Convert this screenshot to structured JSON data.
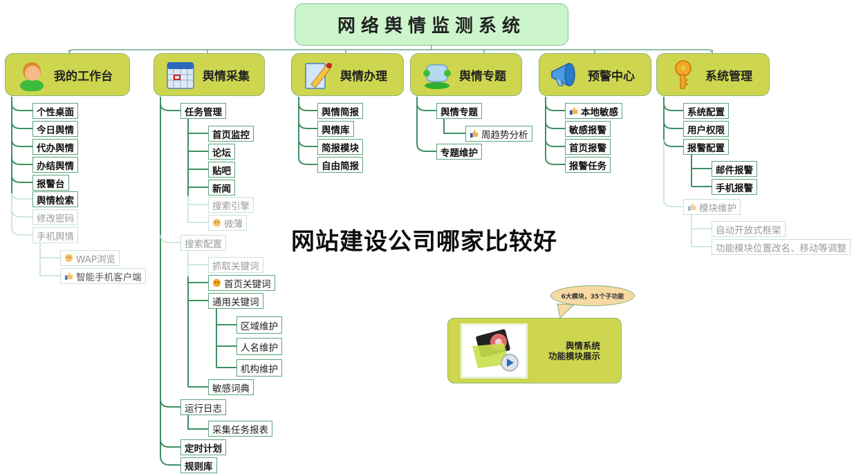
{
  "root": {
    "title": "网络舆情监测系统"
  },
  "categories": [
    {
      "label": "我的工作台",
      "icon": "user-avatar-icon",
      "children": [
        {
          "label": "个性桌面"
        },
        {
          "label": "今日舆情"
        },
        {
          "label": "代办舆情"
        },
        {
          "label": "办结舆情"
        },
        {
          "label": "报警台"
        },
        {
          "label": "舆情检索"
        },
        {
          "label": "修改密码"
        },
        {
          "label": "手机舆情"
        },
        {
          "label": "WAP浏览",
          "icon": "smiley-icon"
        },
        {
          "label": "智能手机客户端",
          "icon": "thumbs-up-icon"
        }
      ]
    },
    {
      "label": "舆情采集",
      "icon": "calendar-icon",
      "children": [
        {
          "label": "任务管理"
        },
        {
          "label": "首页监控"
        },
        {
          "label": "论坛"
        },
        {
          "label": "贴吧"
        },
        {
          "label": "新闻"
        },
        {
          "label": "搜索引擎"
        },
        {
          "label": "微薄",
          "icon": "smiley-icon"
        },
        {
          "label": "搜索配置"
        },
        {
          "label": "抓取关键词"
        },
        {
          "label": "首页关键词",
          "icon": "smiley-icon"
        },
        {
          "label": "通用关键词"
        },
        {
          "label": "区域维护"
        },
        {
          "label": "人名维护"
        },
        {
          "label": "机构维护"
        },
        {
          "label": "敏感词典"
        },
        {
          "label": "运行日志"
        },
        {
          "label": "采集任务报表"
        },
        {
          "label": "定时计划"
        },
        {
          "label": "规则库"
        }
      ]
    },
    {
      "label": "舆情办理",
      "icon": "pencil-document-icon",
      "children": [
        {
          "label": "舆情简报"
        },
        {
          "label": "舆情库"
        },
        {
          "label": "简报模块"
        },
        {
          "label": "自由简报"
        }
      ]
    },
    {
      "label": "舆情专题",
      "icon": "card-holder-icon",
      "children": [
        {
          "label": "舆情专题"
        },
        {
          "label": "周趋势分析",
          "icon": "thumbs-up-icon"
        },
        {
          "label": "专题维护"
        }
      ]
    },
    {
      "label": "预警中心",
      "icon": "megaphone-icon",
      "children": [
        {
          "label": "本地敏感",
          "icon": "thumbs-up-icon"
        },
        {
          "label": "敏感报警"
        },
        {
          "label": "首页报警"
        },
        {
          "label": "报警任务"
        }
      ]
    },
    {
      "label": "系统管理",
      "icon": "key-icon",
      "children": [
        {
          "label": "系统配置"
        },
        {
          "label": "用户权限"
        },
        {
          "label": "报警配置"
        },
        {
          "label": "邮件报警"
        },
        {
          "label": "手机报警"
        },
        {
          "label": "模块维护",
          "icon": "thumbs-up-icon"
        },
        {
          "label": "自动开放式框架"
        },
        {
          "label": "功能模块位置改名、移动等调整"
        }
      ]
    }
  ],
  "watermark": "网站建设公司哪家比较好",
  "callout": {
    "bubble": "6大模块，35个子功能",
    "line1": "舆情系统",
    "line2": "功能模块展示",
    "icon": "media-folder-play-icon"
  },
  "colors": {
    "root_fill": "#ccf5cc",
    "category_fill": "#cdd64e",
    "node_border": "#5aa37a",
    "connector": "#5aa37a",
    "bubble_fill": "#f7d9a4"
  }
}
